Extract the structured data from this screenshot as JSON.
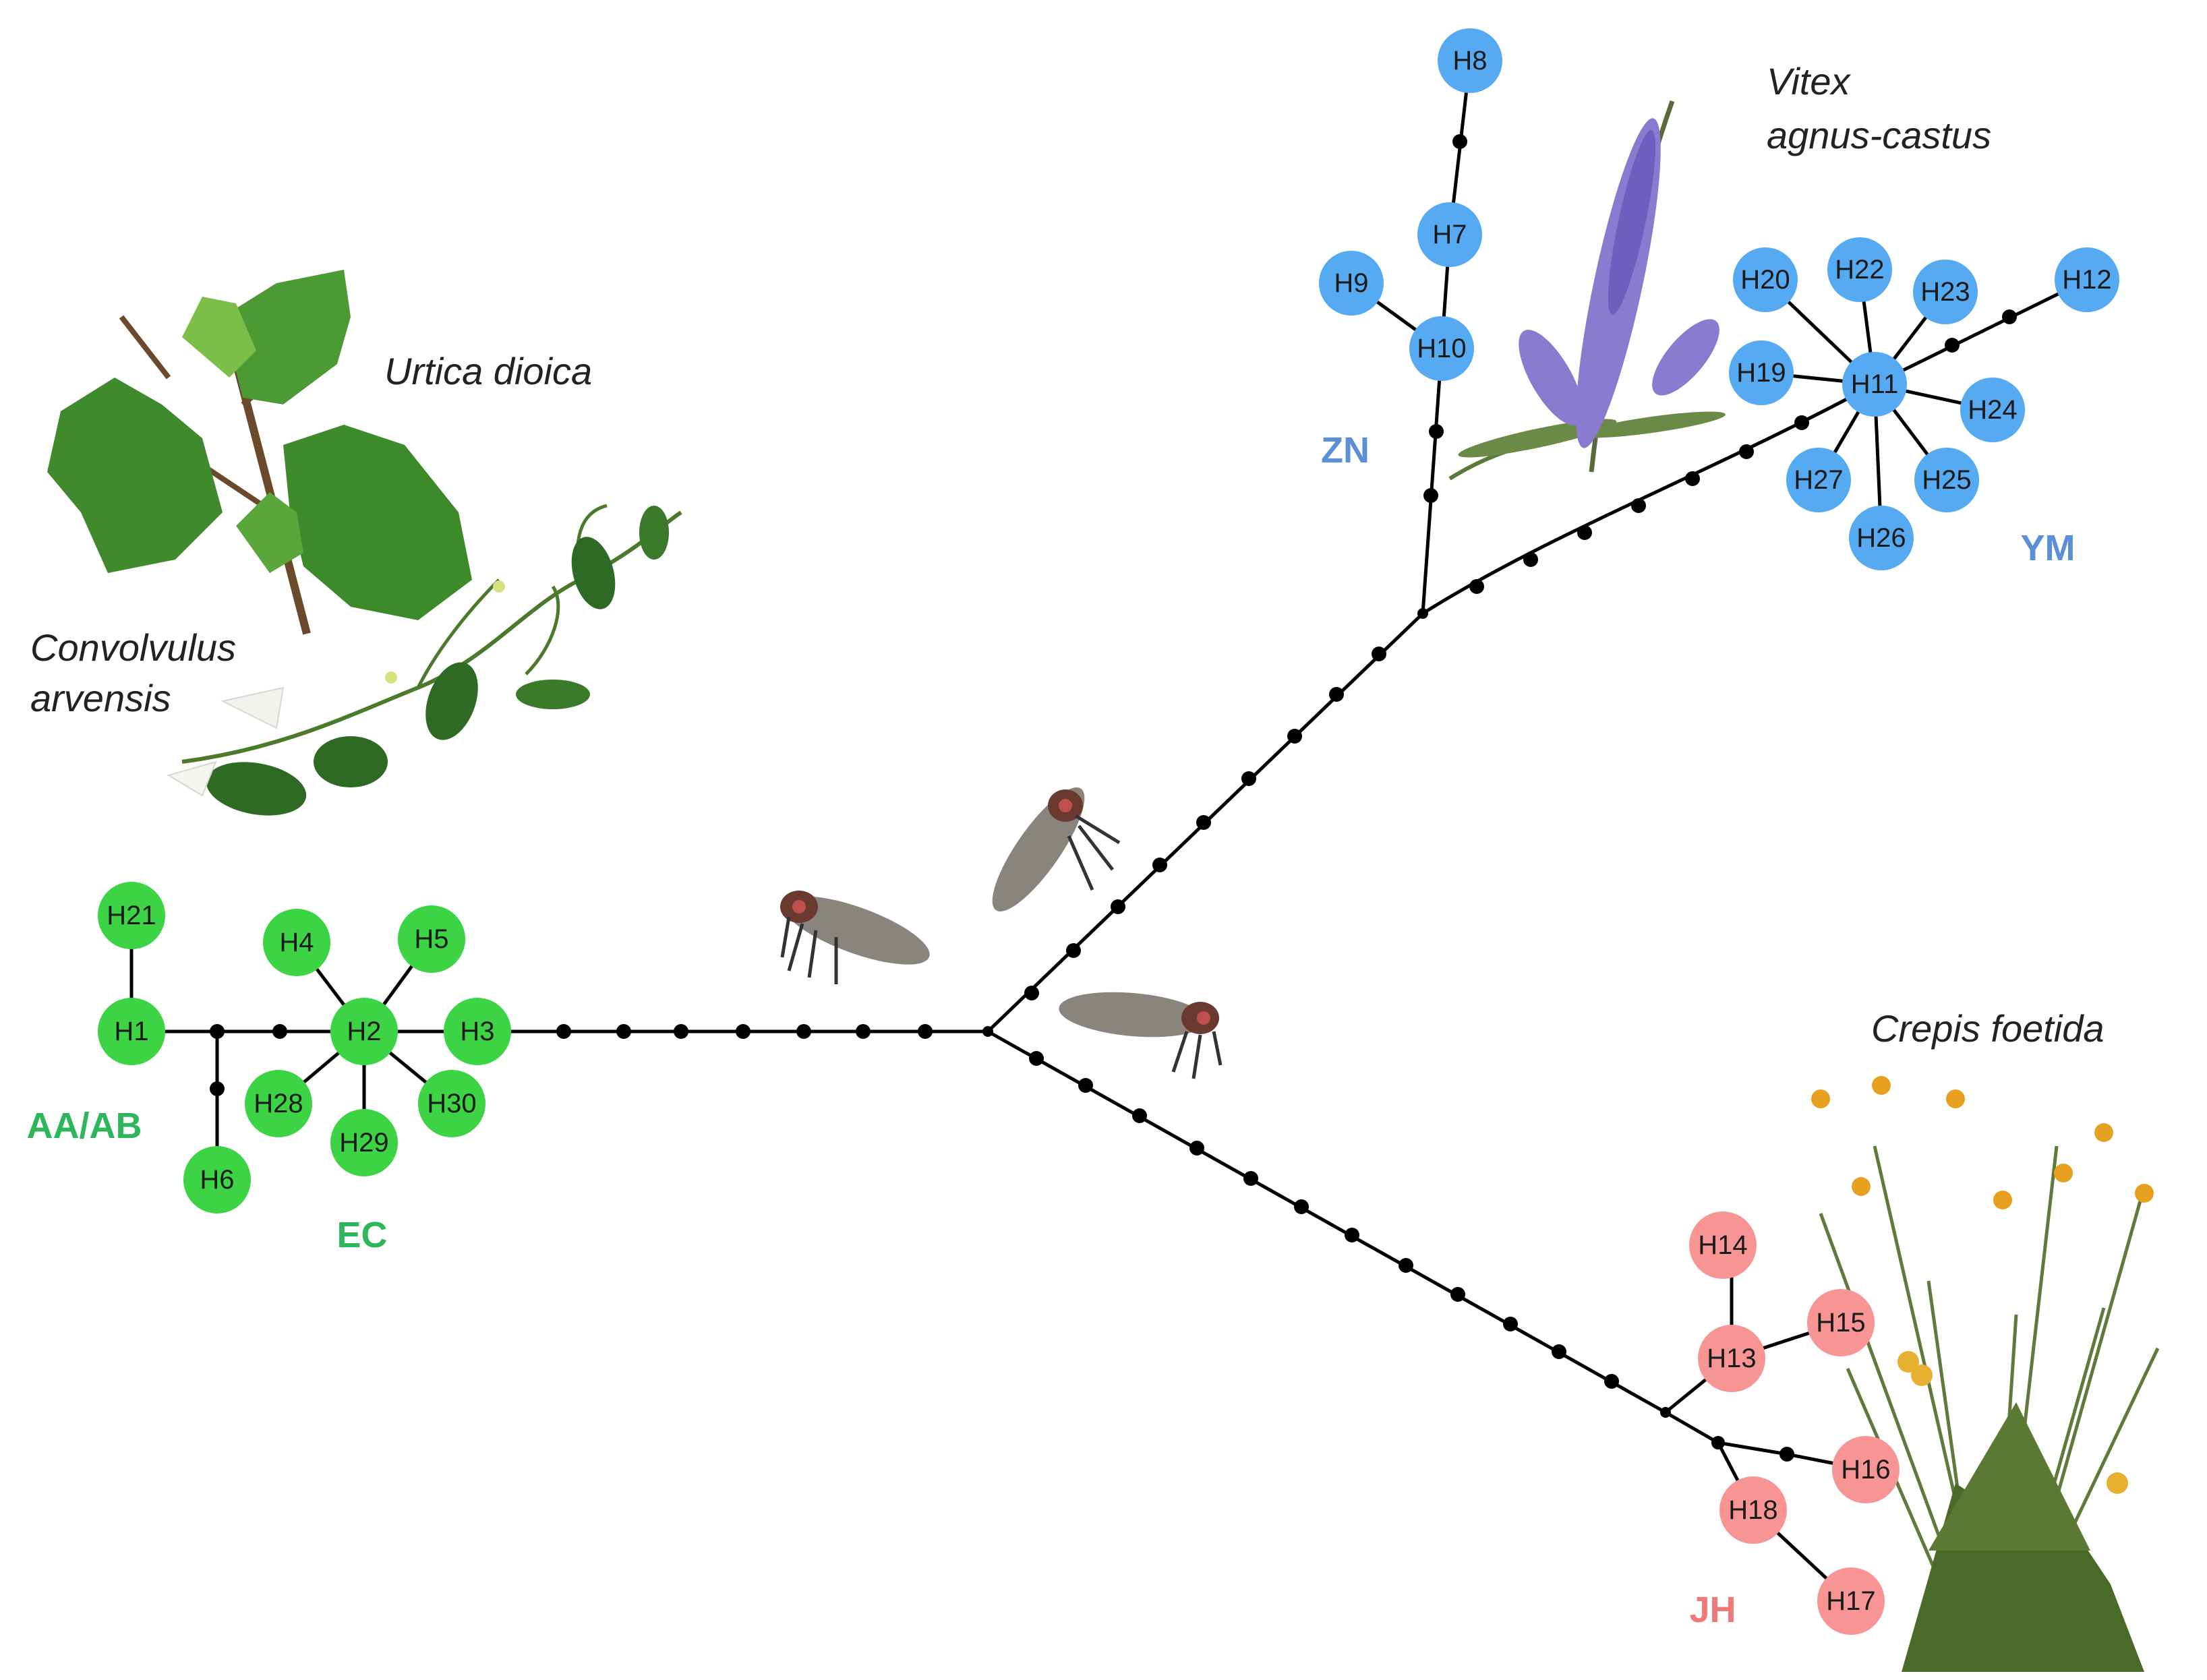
{
  "colors": {
    "green": "#3cd444",
    "blue": "#55aaf2",
    "pink": "#f79595",
    "green_text": "#2db65a",
    "blue_text": "#5b8fd6",
    "pink_text": "#f07878",
    "edge": "#000000"
  },
  "groups": {
    "aa_ab": "AA/AB",
    "ec": "EC",
    "zn": "ZN",
    "ym": "YM",
    "jh": "JH"
  },
  "plants": {
    "urtica_1": "Urtica dioica",
    "convolvulus_1": "Convolvulus",
    "convolvulus_2": "arvensis",
    "vitex_1": "Vitex",
    "vitex_2": "agnus-castus",
    "crepis_1": "Crepis foetida"
  },
  "haplotypes": {
    "H1": "H1",
    "H2": "H2",
    "H3": "H3",
    "H4": "H4",
    "H5": "H5",
    "H6": "H6",
    "H7": "H7",
    "H8": "H8",
    "H9": "H9",
    "H10": "H10",
    "H11": "H11",
    "H12": "H12",
    "H13": "H13",
    "H14": "H14",
    "H15": "H15",
    "H16": "H16",
    "H17": "H17",
    "H18": "H18",
    "H19": "H19",
    "H20": "H20",
    "H21": "H21",
    "H22": "H22",
    "H23": "H23",
    "H24": "H24",
    "H25": "H25",
    "H26": "H26",
    "H27": "H27",
    "H28": "H28",
    "H29": "H29",
    "H30": "H30"
  }
}
